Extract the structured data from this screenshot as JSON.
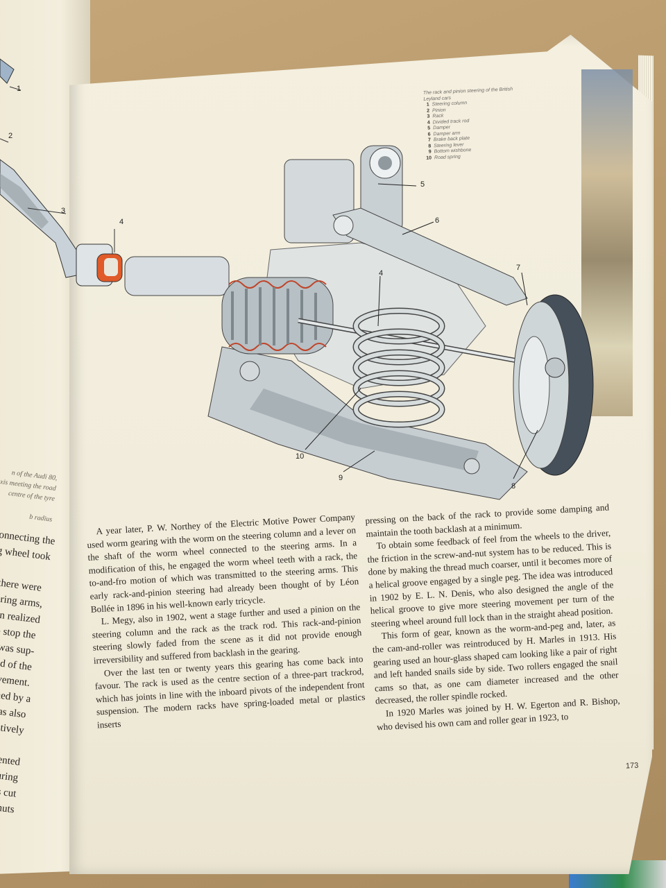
{
  "legend": {
    "title": "The rack and pinion steering of the British Leyland cars",
    "items": [
      {
        "num": "1",
        "label": "Steering column"
      },
      {
        "num": "2",
        "label": "Pinion"
      },
      {
        "num": "3",
        "label": "Rack"
      },
      {
        "num": "4",
        "label": "Divided track rod"
      },
      {
        "num": "5",
        "label": "Damper"
      },
      {
        "num": "6",
        "label": "Damper arm"
      },
      {
        "num": "7",
        "label": "Brake back plate"
      },
      {
        "num": "8",
        "label": "Steering lever"
      },
      {
        "num": "9",
        "label": "Bottom wishbone"
      },
      {
        "num": "10",
        "label": "Road spring"
      }
    ]
  },
  "callouts": {
    "c4a": "4",
    "c4b": "4",
    "c5": "5",
    "c6": "6",
    "c7": "7",
    "c8": "8",
    "c9": "9",
    "c10": "10",
    "left1": "1",
    "left2": "2",
    "left3": "3"
  },
  "left_page": {
    "caption": [
      "n of the Audi 80,",
      "xis meeting the road",
      "centre of the tyre",
      "",
      "b radius"
    ],
    "lines": [
      "onnecting the",
      "g wheel took",
      "",
      "there were",
      "eering arms,",
      "oon realized",
      "to stop the",
      "ed was sup-",
      "r end of the",
      "movement.",
      ", joined by a",
      "el was also",
      "a relatively",
      "",
      "as invented",
      "nufacturing",
      "threads cut",
      "g half nuts"
    ]
  },
  "column1": [
    "A year later, P. W. Northey of the Electric Motive Power Company used worm gearing with the worm on the steering column and a lever on the shaft of the worm wheel connected to the steering arms. In a modification of this, he engaged the worm wheel teeth with a rack, the to-and-fro motion of which was transmitted to the steering arms. This early rack-and-pinion steering had already been thought of by Léon Bollée in 1896 in his well-known early tricycle.",
    "L. Megy, also in 1902, went a stage further and used a pinion on the steering column and the rack as the track rod. This rack-and-pinion steering slowly faded from the scene as it did not provide enough irreversibility and suffered from backlash in the gearing.",
    "Over the last ten or twenty years this gearing has come back into favour. The rack is used as the centre section of a three-part trackrod, which has joints in line with the inboard pivots of the independent front suspension. The modern racks have spring-loaded metal or plastics inserts"
  ],
  "column2": [
    "pressing on the back of the rack to provide some damping and maintain the tooth backlash at a minimum.",
    "To obtain some feedback of feel from the wheels to the driver, the friction in the screw-and-nut system has to be reduced. This is done by making the thread much coarser, until it becomes more of a helical groove engaged by a single peg. The idea was introduced in 1902 by E. L. N. Denis, who also designed the angle of the helical groove to give more steering movement per turn of the steering wheel around full lock than in the straight ahead position.",
    "This form of gear, known as the worm-and-peg and, later, as the cam-and-roller was reintroduced by H. Marles in 1913. His gearing used an hour-glass shaped cam looking like a pair of right and left handed snails side by side. Two rollers engaged the snail cams so that, as one cam diameter increased and the other decreased, the roller spindle rocked.",
    "In 1920 Marles was joined by H. W. Egerton and R. Bishop, who devised his own cam and roller gear in 1923, to"
  ],
  "page_number": "173"
}
